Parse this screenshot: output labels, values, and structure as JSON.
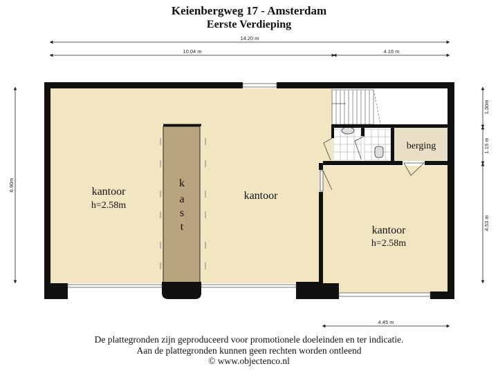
{
  "header": {
    "title": "Keienbergweg 17 - Amsterdam",
    "subtitle": "Eerste Verdieping"
  },
  "dimensions": {
    "total_width": "14.20 m",
    "left_width": "10.04 m",
    "right_width": "4.16 m",
    "total_height": "6.90m",
    "right_top": "1.30m",
    "right_middle": "1.19 m",
    "right_bottom": "4.53 m",
    "bottom_right": "4.45 m"
  },
  "rooms": {
    "office_left_name": "kantoor",
    "office_left_height": "h=2.58m",
    "office_center_name": "kantoor",
    "office_right_name": "kantoor",
    "office_right_height": "h=2.58m",
    "storage": "berging",
    "closet_letters": [
      "k",
      "a",
      "s",
      "t"
    ]
  },
  "footer": {
    "line1": "De plattegronden zijn geproduceerd voor promotionele doeleinden en ter indicatie.",
    "line2": "Aan de plattegronden kunnen geen rechten worden ontleend",
    "line3": "© www.objectenco.nl"
  },
  "colors": {
    "floor": "#f2e6c2",
    "closet": "#b8a57e",
    "storage": "#e8dfc6",
    "wall": "#111111"
  }
}
